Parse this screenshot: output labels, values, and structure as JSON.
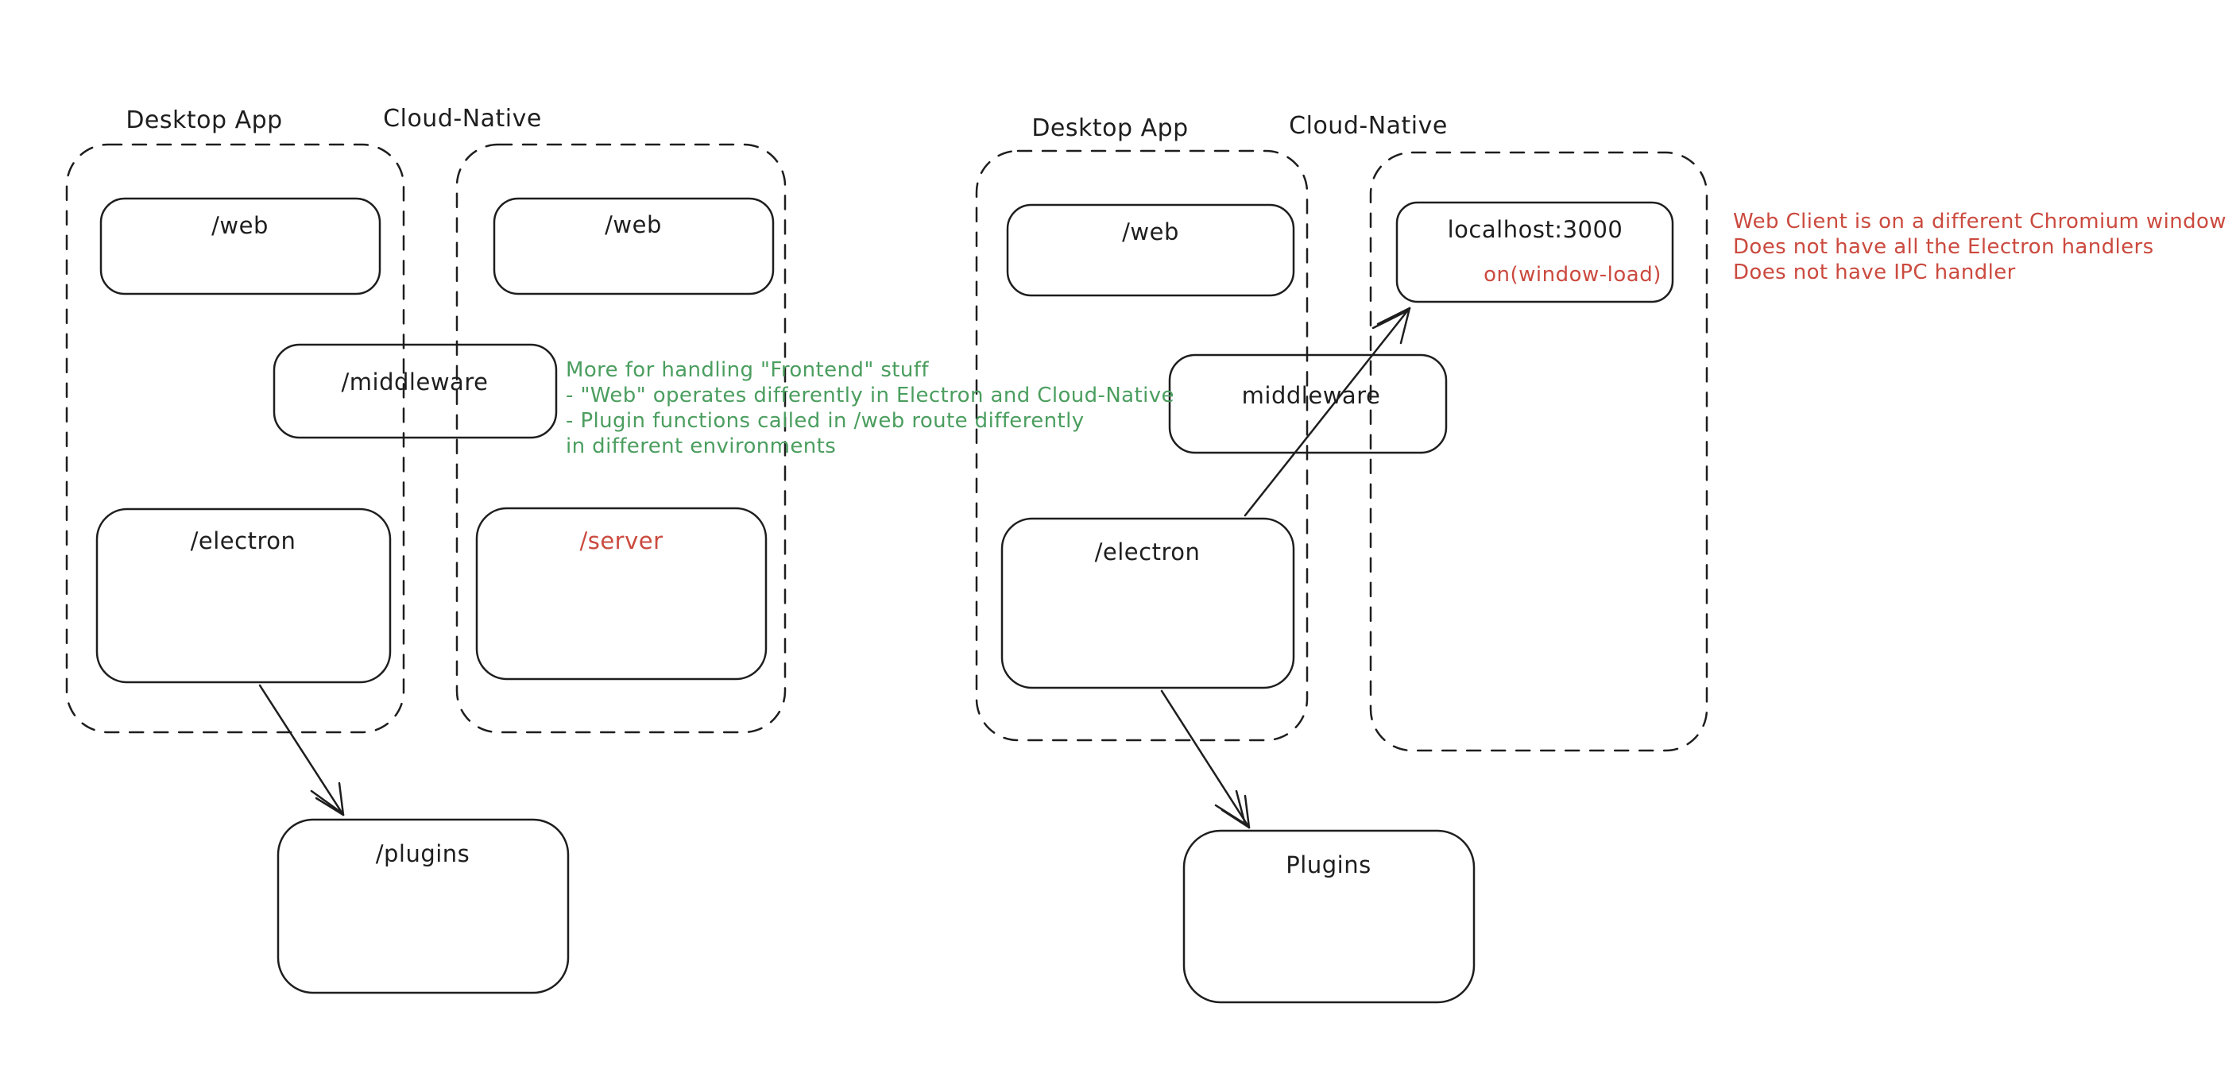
{
  "colors": {
    "ink": "#1e1e1e",
    "red": "#cb4a3f",
    "green": "#4b9e5f",
    "background": "#ffffff"
  },
  "left_diagram": {
    "desktop_container_label": "Desktop App",
    "cloud_container_label": "Cloud-Native",
    "desktop_web_box": "/web",
    "cloud_web_box": "/web",
    "middleware_box": "/middleware",
    "electron_box": "/electron",
    "server_box": "/server",
    "plugins_box": "/plugins"
  },
  "right_diagram": {
    "desktop_container_label": "Desktop App",
    "cloud_container_label": "Cloud-Native",
    "desktop_web_box": "/web",
    "localhost_box": "localhost:3000",
    "localhost_event": "on(window-load)",
    "middleware_box": "middleware",
    "electron_box": "/electron",
    "plugins_box": "Plugins"
  },
  "annotations": {
    "green_note": {
      "line1": "More for handling \"Frontend\" stuff",
      "line2": "- \"Web\" operates differently in Electron and Cloud-Native",
      "line3": "- Plugin functions called in /web route differently",
      "line4": "in different environments"
    },
    "red_note": {
      "line1": "Web Client is on a different Chromium window",
      "line2": "Does not have all the Electron handlers",
      "line3": "Does not have IPC handler"
    }
  }
}
